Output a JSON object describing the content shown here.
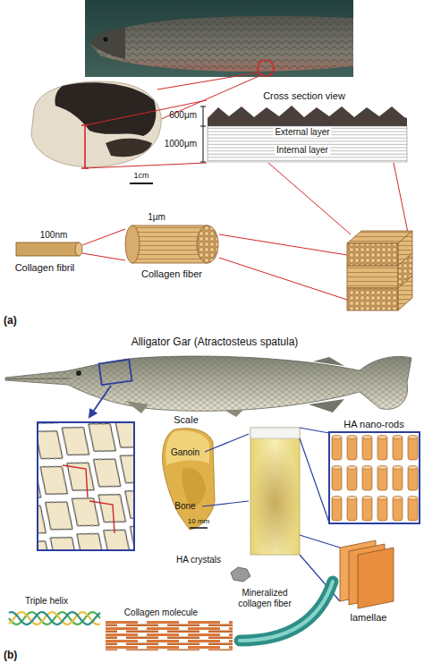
{
  "diagram": {
    "labels": [
      "Cross section view",
      "600μm",
      "External layer",
      "1000μm",
      "Internal layer",
      "1cm",
      "100nm",
      "1μm",
      "Collagen fibril",
      "Collagen fiber",
      "(a)",
      "Alligator Gar (Atractosteus spatula)",
      "HA nano-rods",
      "Scale",
      "Ganoin",
      "Bone",
      "10 mm",
      "HA crystals",
      "Triple helix",
      "Collagen molecule",
      "Mineralized collagen fiber",
      "lamellae",
      "(b)"
    ]
  }
}
